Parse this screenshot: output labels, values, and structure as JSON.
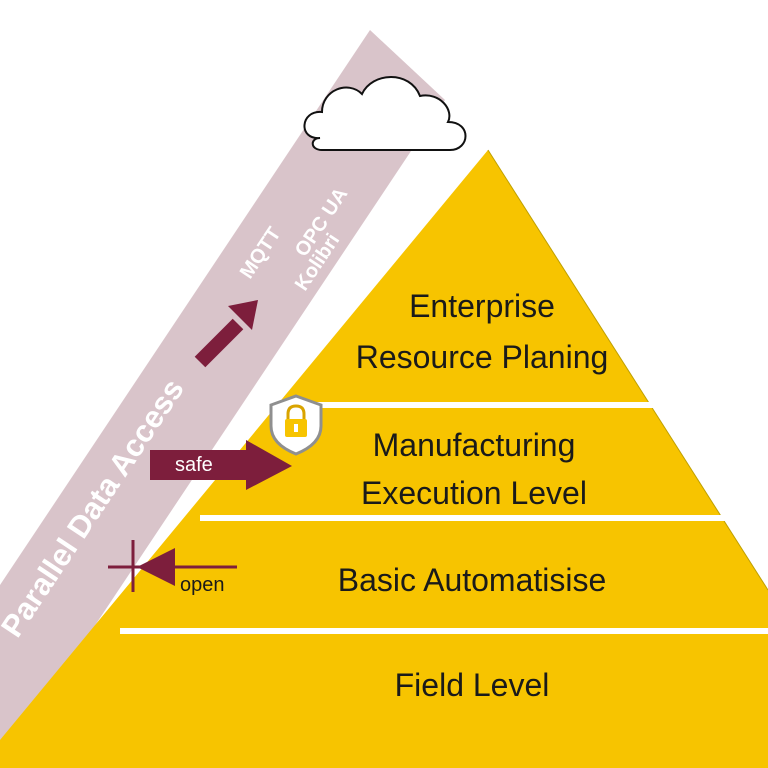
{
  "band": {
    "label": "Parallel Data Access"
  },
  "protocols": [
    "MQTT",
    "OPC UA",
    "Kolibri"
  ],
  "layers": [
    {
      "lines": [
        "Enterprise",
        "Resource Planing"
      ]
    },
    {
      "lines": [
        "Manufacturing",
        "Execution Level"
      ]
    },
    {
      "lines": [
        "Basic Automatisise"
      ]
    },
    {
      "lines": [
        "Field Level"
      ]
    }
  ],
  "arrows": {
    "safe_label": "safe",
    "open_label": "open"
  },
  "colors": {
    "pyramid": "#F7C400",
    "band": "#D9C4CA",
    "arrow": "#7D1E3C",
    "divider": "#ffffff"
  },
  "icons": [
    "cloud-icon",
    "lock-shield-icon"
  ]
}
